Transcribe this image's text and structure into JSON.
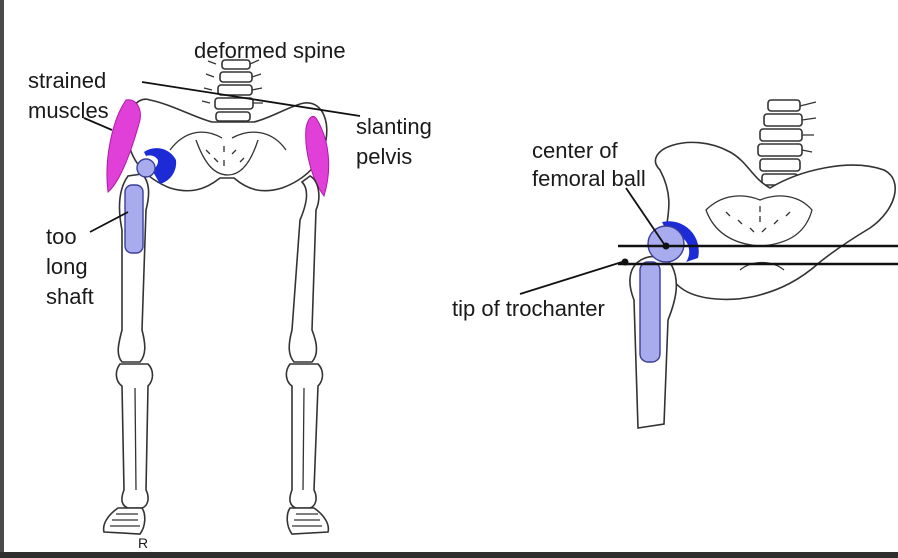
{
  "colors": {
    "muscle": "#e040d8",
    "muscle_light": "#f6c7f2",
    "cup": "#1d2bd6",
    "implant": "#a8acee",
    "implant_stroke": "#3a3f9a",
    "line": "#111111",
    "frame_left": "#4a4a4a",
    "frame_bottom": "#2e2e2e"
  },
  "left_figure": {
    "label_spine": "deformed  spine",
    "label_muscles_1": "strained",
    "label_muscles_2": "muscles",
    "label_pelvis_1": "slanting",
    "label_pelvis_2": "pelvis",
    "label_shaft_1": "too",
    "label_shaft_2": "long",
    "label_shaft_3": "shaft",
    "side_marker": "R"
  },
  "right_figure": {
    "label_center_1": "center of",
    "label_center_2": "femoral ball",
    "label_trochanter": "tip of trochanter"
  }
}
